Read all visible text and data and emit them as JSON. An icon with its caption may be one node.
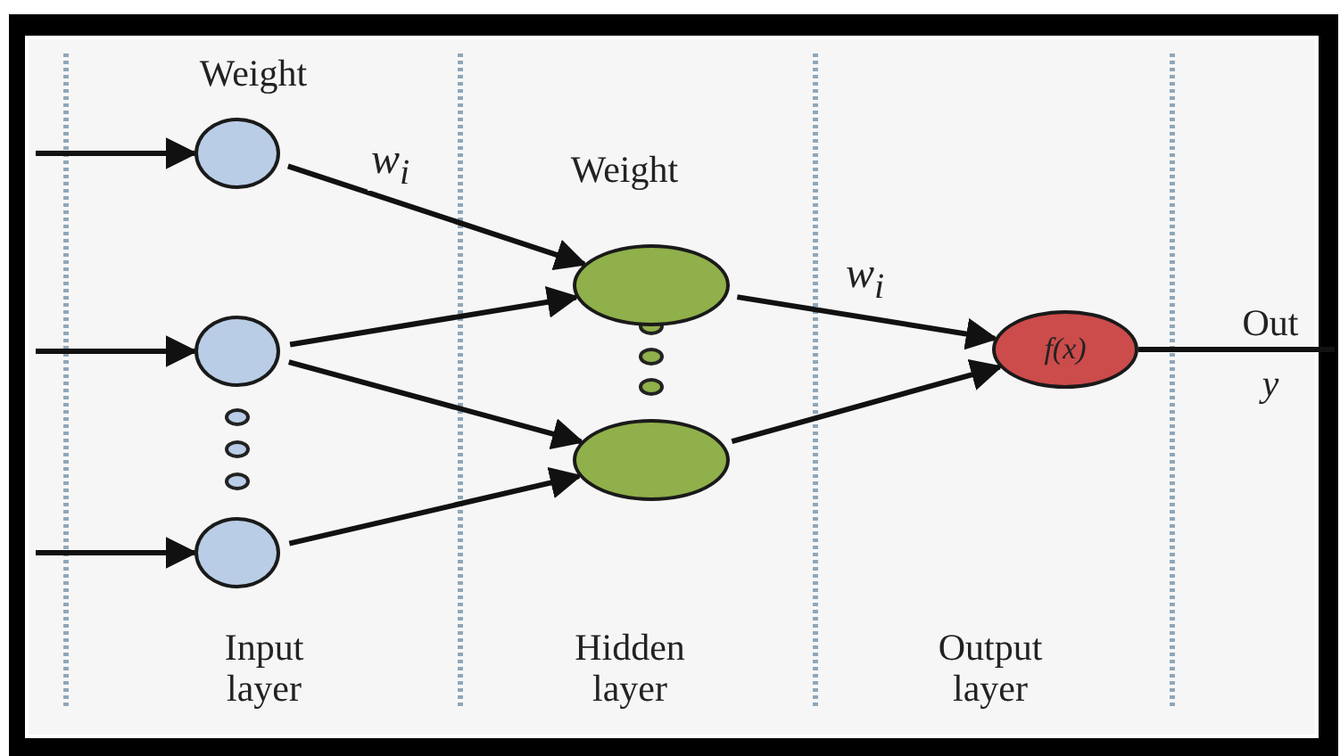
{
  "diagram": {
    "nodes": [
      {
        "text": [],
        "shape": "circle"
      },
      {
        "text": [],
        "shape": "circle"
      },
      {
        "text": [],
        "shape": "circle"
      },
      {
        "text": [],
        "shape": "circle"
      },
      {
        "text": [],
        "shape": "circle"
      },
      {
        "text": [
          "f(x)"
        ]
      }
    ],
    "edges": [
      {
        "from": null,
        "to": 0,
        "arrow": "to"
      },
      {
        "from": null,
        "to": 1,
        "arrow": "to"
      },
      {
        "from": null,
        "to": 2,
        "arrow": "to"
      },
      {
        "from": 0,
        "to": 3,
        "arrow": "to",
        "label": "w$_{i}$"
      },
      {
        "from": 1,
        "to": 3,
        "arrow": "to"
      },
      {
        "from": 1,
        "to": 4,
        "arrow": "to"
      },
      {
        "from": 2,
        "to": 4,
        "arrow": "to"
      },
      {
        "from": 3,
        "to": 5,
        "arrow": "to",
        "label": "w$_{i}$"
      },
      {
        "from": 4,
        "to": 5,
        "arrow": "to"
      },
      {
        "from": 5,
        "to": null,
        "arrow": "none"
      }
    ],
    "labels": [
      "Weight",
      "Weight",
      "Out",
      "y",
      "Input layer",
      "Hidden layer",
      "Output layer"
    ]
  }
}
